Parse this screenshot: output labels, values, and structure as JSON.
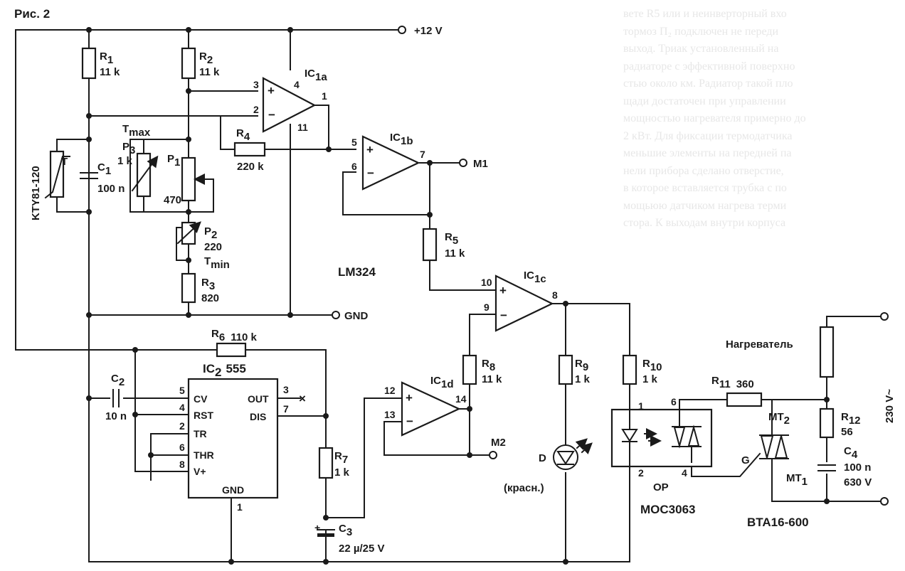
{
  "figure_label": "Рис. 2",
  "supply": {
    "vplus": "+12 V",
    "gnd": "GND",
    "mains": "230 V~"
  },
  "outputs": {
    "m1": "M1",
    "m2": "M2"
  },
  "opamp_ic": "LM324",
  "components": {
    "R1": {
      "ref": "R",
      "sub": "1",
      "value": "11 k"
    },
    "R2": {
      "ref": "R",
      "sub": "2",
      "value": "11 k"
    },
    "R3": {
      "ref": "R",
      "sub": "3",
      "value": "820"
    },
    "R4": {
      "ref": "R",
      "sub": "4",
      "value": "220 k"
    },
    "R5": {
      "ref": "R",
      "sub": "5",
      "value": "11 k"
    },
    "R6": {
      "ref": "R",
      "sub": "6",
      "value": "110 k"
    },
    "R7": {
      "ref": "R",
      "sub": "7",
      "value": "1 k"
    },
    "R8": {
      "ref": "R",
      "sub": "8",
      "value": "11 k"
    },
    "R9": {
      "ref": "R",
      "sub": "9",
      "value": "1 k"
    },
    "R10": {
      "ref": "R",
      "sub": "10",
      "value": "1 k"
    },
    "R11": {
      "ref": "R",
      "sub": "11",
      "value": "360"
    },
    "R12": {
      "ref": "R",
      "sub": "12",
      "value": "56"
    },
    "C1": {
      "ref": "C",
      "sub": "1",
      "value": "100 n"
    },
    "C2": {
      "ref": "C",
      "sub": "2",
      "value": "10 n"
    },
    "C3": {
      "ref": "C",
      "sub": "3",
      "value": "22 µ/25 V"
    },
    "C4": {
      "ref": "C",
      "sub": "4",
      "value": "100 n",
      "value2": "630 V"
    },
    "P1": {
      "ref": "P",
      "sub": "1",
      "value": "470"
    },
    "P2": {
      "ref": "P",
      "sub": "2",
      "value": "220",
      "role": "T",
      "role_sub": "min"
    },
    "P3": {
      "ref": "P",
      "sub": "3",
      "value": "1 k",
      "role": "T",
      "role_sub": "max"
    },
    "thermistor": {
      "part": "KTY81-120",
      "symbol": "T"
    },
    "led": {
      "ref": "D",
      "note": "(красн.)"
    },
    "optocoupler": {
      "ref": "OP",
      "part": "MOC3063"
    },
    "triac": {
      "part": "BTA16-600",
      "mt1": "MT",
      "mt1_sub": "1",
      "mt2": "MT",
      "mt2_sub": "2",
      "gate": "G"
    },
    "heater": "Нагреватель"
  },
  "opamps": {
    "a": {
      "ref": "IC",
      "sub": "1a",
      "plus": "3",
      "minus": "2",
      "out": "1",
      "vcc": "4",
      "gnd": "11"
    },
    "b": {
      "ref": "IC",
      "sub": "1b",
      "plus": "5",
      "minus": "6",
      "out": "7"
    },
    "c": {
      "ref": "IC",
      "sub": "1c",
      "plus": "10",
      "minus": "9",
      "out": "8"
    },
    "d": {
      "ref": "IC",
      "sub": "1d",
      "plus": "12",
      "minus": "13",
      "out": "14"
    }
  },
  "timer": {
    "ref": "IC",
    "sub": "2",
    "part": "555",
    "pins_left": [
      {
        "name": "CV",
        "num": "5"
      },
      {
        "name": "RST",
        "num": "4"
      },
      {
        "name": "TR",
        "num": "2"
      },
      {
        "name": "THR",
        "num": "6"
      },
      {
        "name": "V+",
        "num": "8"
      }
    ],
    "pins_right": [
      {
        "name": "OUT",
        "num": "3"
      },
      {
        "name": "DIS",
        "num": "7"
      }
    ],
    "pin_bottom": {
      "name": "GND",
      "num": "1"
    }
  },
  "opto_pins": {
    "p1": "1",
    "p2": "2",
    "p4": "4",
    "p6": "6"
  },
  "background_text": [
    "вете R5 или и неинверторный вхо",
    "тормоз П₂ подключен не переди",
    "выход. Триак установленный на",
    "радиаторе с эффективной поверхно",
    "стью около км. Радиатор такой пло",
    "щади достаточен при управлении",
    "мощностью нагревателя примерно до",
    "2 кВт. Для фиксации термодатчика",
    "меньшие элементы на передней па",
    "нели прибора сделано отверстие,",
    "в которое вставляется трубка с по",
    "мощьюю датчиком нагрева терми",
    "стора. К выходам внутри корпуса"
  ]
}
